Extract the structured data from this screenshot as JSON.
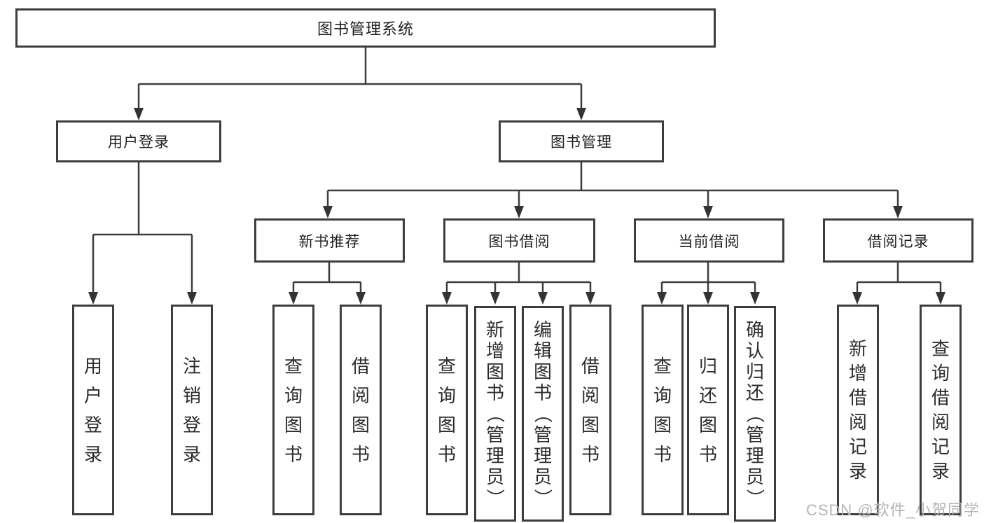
{
  "diagram": {
    "type": "hierarchy-tree",
    "title": "图书管理系统",
    "watermark": "CSDN @软件_小贺同学",
    "colors": {
      "background": "#ffffff",
      "line": "#3d3d3d",
      "box_border": "#3d3d3d",
      "text": "#1f1f1f",
      "watermark": "#b5b5b5"
    },
    "root": {
      "label": "图书管理系统"
    },
    "level2": [
      {
        "label": "用户登录"
      },
      {
        "label": "图书管理"
      }
    ],
    "level3": [
      {
        "label": "新书推荐",
        "parent": "图书管理"
      },
      {
        "label": "图书借阅",
        "parent": "图书管理"
      },
      {
        "label": "当前借阅",
        "parent": "图书管理"
      },
      {
        "label": "借阅记录",
        "parent": "图书管理"
      }
    ],
    "leaves": [
      {
        "label": "用户登录",
        "parent": "用户登录"
      },
      {
        "label": "注销登录",
        "parent": "用户登录"
      },
      {
        "label": "查询图书",
        "parent": "新书推荐"
      },
      {
        "label": "借阅图书",
        "parent": "新书推荐"
      },
      {
        "label": "查询图书",
        "parent": "图书借阅"
      },
      {
        "label": "新增图书（管理员）",
        "parent": "图书借阅"
      },
      {
        "label": "编辑图书（管理员）",
        "parent": "图书借阅"
      },
      {
        "label": "借阅图书",
        "parent": "图书借阅"
      },
      {
        "label": "查询图书",
        "parent": "当前借阅"
      },
      {
        "label": "归还图书",
        "parent": "当前借阅"
      },
      {
        "label": "确认归还（管理员）",
        "parent": "当前借阅"
      },
      {
        "label": "新增借阅记录",
        "parent": "借阅记录"
      },
      {
        "label": "查询借阅记录",
        "parent": "借阅记录"
      }
    ]
  }
}
